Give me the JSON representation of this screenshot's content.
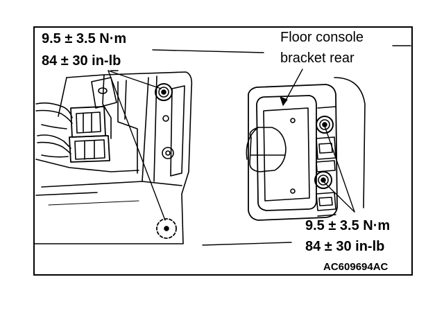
{
  "labels": {
    "torque_left_nm": "9.5 ± 3.5 N·m",
    "torque_left_inlb": "84 ± 30 in-lb",
    "part_line1": "Floor console",
    "part_line2": "bracket rear",
    "torque_right_nm": "9.5 ± 3.5 N·m",
    "torque_right_inlb": "84 ± 30 in-lb",
    "figure_code": "AC609694AC"
  },
  "colors": {
    "line": "#000000",
    "background": "#ffffff"
  }
}
